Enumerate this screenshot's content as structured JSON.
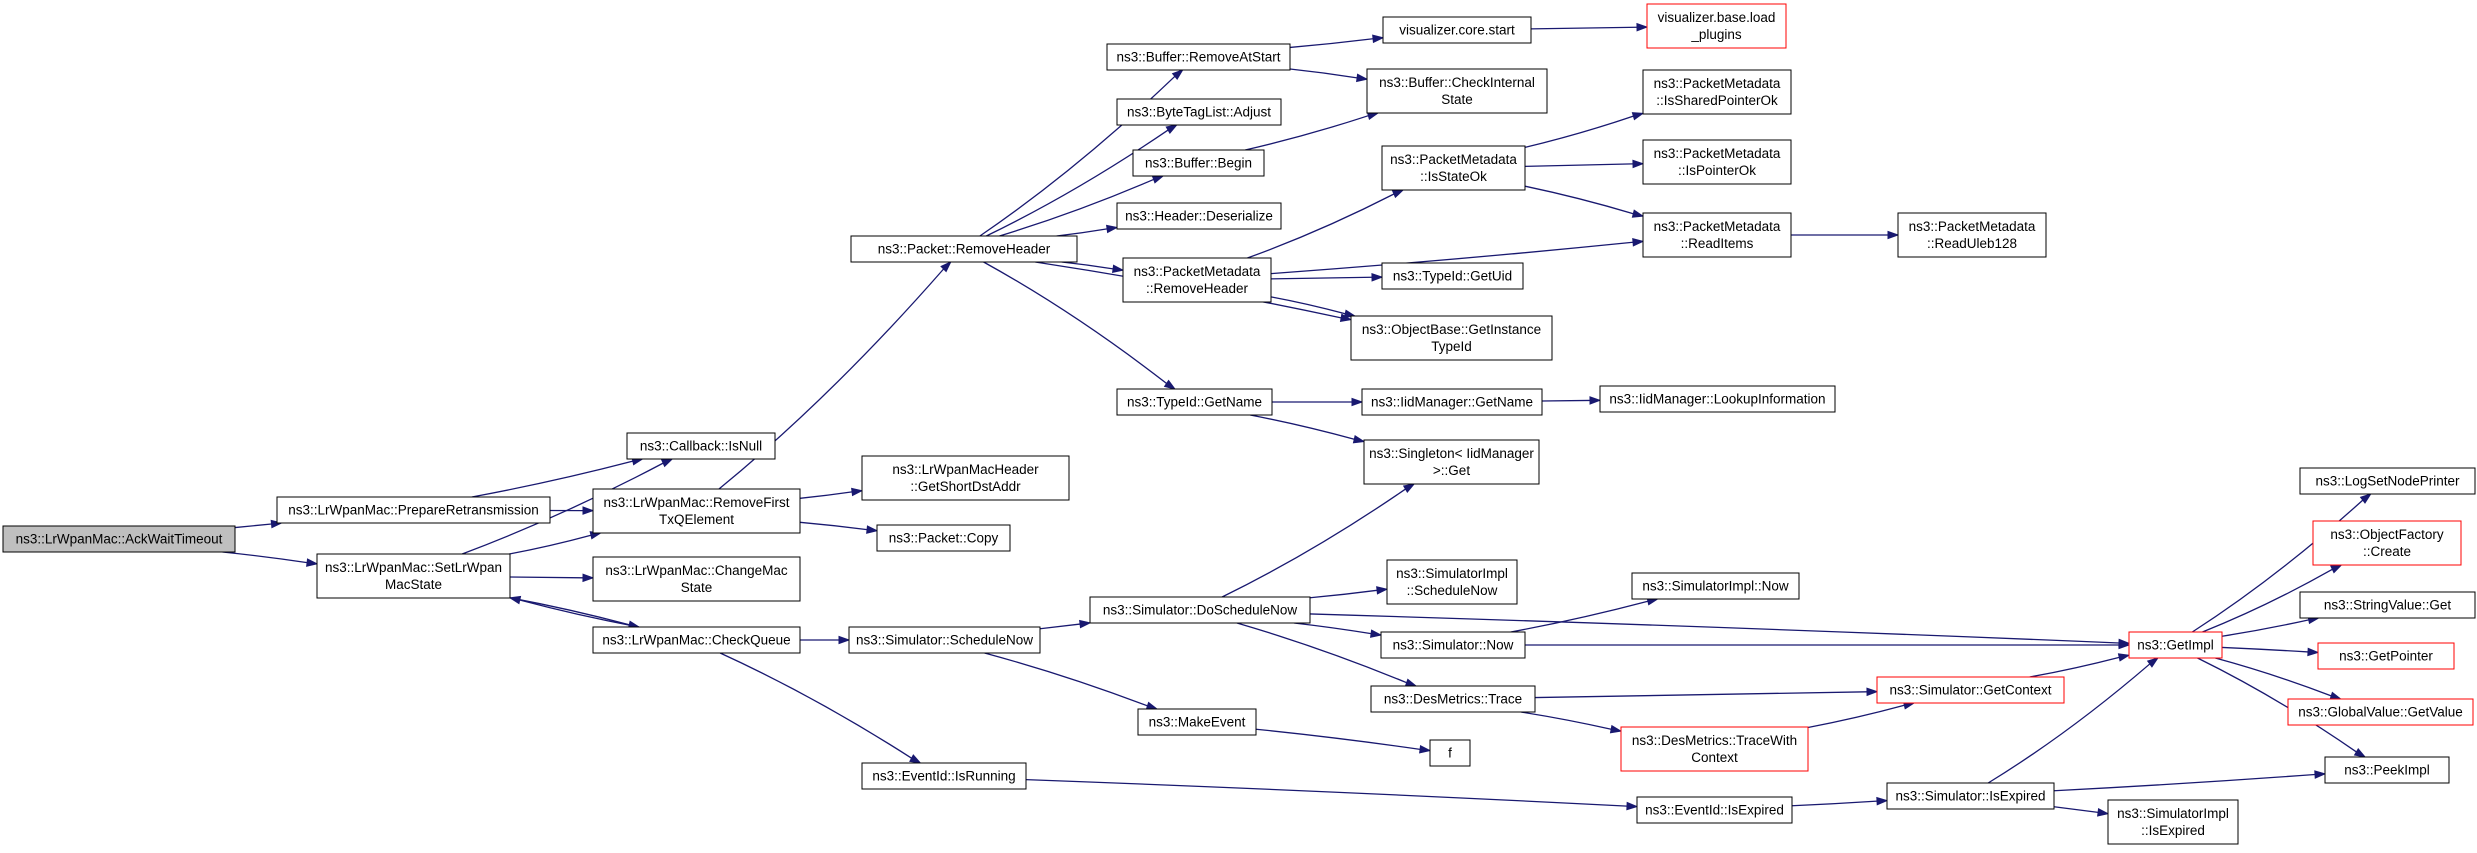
{
  "graph": {
    "title": "",
    "colors": {
      "edge": "#191970",
      "node_border": "#000000",
      "truncated_border": "#ff0000",
      "root_fill": "#bfbfbf"
    },
    "nodes": {
      "ack": {
        "lines": [
          "ns3::LrWpanMac::AckWaitTimeout"
        ],
        "kind": "root"
      },
      "prep": {
        "lines": [
          "ns3::LrWpanMac::PrepareRetransmission"
        ]
      },
      "setst": {
        "lines": [
          "ns3::LrWpanMac::SetLrWpan",
          "MacState"
        ]
      },
      "isnull": {
        "lines": [
          "ns3::Callback::IsNull"
        ]
      },
      "rmfirst": {
        "lines": [
          "ns3::LrWpanMac::RemoveFirst",
          "TxQElement"
        ]
      },
      "chgst": {
        "lines": [
          "ns3::LrWpanMac::ChangeMac",
          "State"
        ]
      },
      "chkq": {
        "lines": [
          "ns3::LrWpanMac::CheckQueue"
        ]
      },
      "getshort": {
        "lines": [
          "ns3::LrWpanMacHeader",
          "::GetShortDstAddr"
        ]
      },
      "pcopy": {
        "lines": [
          "ns3::Packet::Copy"
        ]
      },
      "rmhdr": {
        "lines": [
          "ns3::Packet::RemoveHeader"
        ]
      },
      "schednow": {
        "lines": [
          "ns3::Simulator::ScheduleNow"
        ]
      },
      "evrun": {
        "lines": [
          "ns3::EventId::IsRunning"
        ]
      },
      "bufrm": {
        "lines": [
          "ns3::Buffer::RemoveAtStart"
        ]
      },
      "btag": {
        "lines": [
          "ns3::ByteTagList::Adjust"
        ]
      },
      "bufbeg": {
        "lines": [
          "ns3::Buffer::Begin"
        ]
      },
      "hdrdes": {
        "lines": [
          "ns3::Header::Deserialize"
        ]
      },
      "pmrmh": {
        "lines": [
          "ns3::PacketMetadata",
          "::RemoveHeader"
        ]
      },
      "tidname": {
        "lines": [
          "ns3::TypeId::GetName"
        ]
      },
      "dosched": {
        "lines": [
          "ns3::Simulator::DoScheduleNow"
        ]
      },
      "mkev": {
        "lines": [
          "ns3::MakeEvent"
        ]
      },
      "vstart": {
        "lines": [
          "visualizer.core.start"
        ]
      },
      "bufchk": {
        "lines": [
          "ns3::Buffer::CheckInternal",
          "State"
        ]
      },
      "pmisok": {
        "lines": [
          "ns3::PacketMetadata",
          "::IsStateOk"
        ]
      },
      "tiduid": {
        "lines": [
          "ns3::TypeId::GetUid"
        ]
      },
      "objbase": {
        "lines": [
          "ns3::ObjectBase::GetInstance",
          "TypeId"
        ]
      },
      "iidname": {
        "lines": [
          "ns3::IidManager::GetName"
        ]
      },
      "singleton": {
        "lines": [
          "ns3::Singleton< IidManager",
          ">::Get"
        ]
      },
      "simplsched": {
        "lines": [
          "ns3::SimulatorImpl",
          "::ScheduleNow"
        ]
      },
      "simnow": {
        "lines": [
          "ns3::Simulator::Now"
        ]
      },
      "dtrace": {
        "lines": [
          "ns3::DesMetrics::Trace"
        ]
      },
      "dtracectx": {
        "lines": [
          "ns3::DesMetrics::TraceWith",
          "Context"
        ],
        "kind": "truncated"
      },
      "fnode": {
        "lines": [
          "f"
        ]
      },
      "evexp": {
        "lines": [
          "ns3::EventId::IsExpired"
        ]
      },
      "vload": {
        "lines": [
          "visualizer.base.load",
          "_plugins"
        ],
        "kind": "truncated"
      },
      "pmshared": {
        "lines": [
          "ns3::PacketMetadata",
          "::IsSharedPointerOk"
        ]
      },
      "pmptr": {
        "lines": [
          "ns3::PacketMetadata",
          "::IsPointerOk"
        ]
      },
      "pmread": {
        "lines": [
          "ns3::PacketMetadata",
          "::ReadItems"
        ]
      },
      "iidlookup": {
        "lines": [
          "ns3::IidManager::LookupInformation"
        ]
      },
      "simplnow": {
        "lines": [
          "ns3::SimulatorImpl::Now"
        ]
      },
      "getctx": {
        "lines": [
          "ns3::Simulator::GetContext"
        ],
        "kind": "truncated"
      },
      "simexp": {
        "lines": [
          "ns3::Simulator::IsExpired"
        ]
      },
      "pmuleb": {
        "lines": [
          "ns3::PacketMetadata",
          "::ReadUleb128"
        ]
      },
      "simplexp": {
        "lines": [
          "ns3::SimulatorImpl",
          "::IsExpired"
        ]
      },
      "getimpl": {
        "lines": [
          "ns3::GetImpl"
        ],
        "kind": "truncated"
      },
      "logset": {
        "lines": [
          "ns3::LogSetNodePrinter"
        ]
      },
      "objfact": {
        "lines": [
          "ns3::ObjectFactory",
          "::Create"
        ],
        "kind": "truncated"
      },
      "strval": {
        "lines": [
          "ns3::StringValue::Get"
        ]
      },
      "getptr": {
        "lines": [
          "ns3::GetPointer"
        ],
        "kind": "truncated"
      },
      "globval": {
        "lines": [
          "ns3::GlobalValue::GetValue"
        ],
        "kind": "truncated"
      },
      "peek": {
        "lines": [
          "ns3::PeekImpl"
        ]
      }
    },
    "edges": [
      [
        "ack",
        "prep"
      ],
      [
        "ack",
        "setst"
      ],
      [
        "prep",
        "isnull"
      ],
      [
        "prep",
        "rmfirst"
      ],
      [
        "setst",
        "isnull"
      ],
      [
        "setst",
        "rmfirst"
      ],
      [
        "setst",
        "chgst"
      ],
      [
        "setst",
        "chkq"
      ],
      [
        "chkq",
        "setst"
      ],
      [
        "chkq",
        "schednow"
      ],
      [
        "chkq",
        "evrun"
      ],
      [
        "rmfirst",
        "getshort"
      ],
      [
        "rmfirst",
        "pcopy"
      ],
      [
        "rmfirst",
        "rmhdr"
      ],
      [
        "rmhdr",
        "bufrm"
      ],
      [
        "rmhdr",
        "btag"
      ],
      [
        "rmhdr",
        "bufbeg"
      ],
      [
        "rmhdr",
        "hdrdes"
      ],
      [
        "rmhdr",
        "pmrmh"
      ],
      [
        "rmhdr",
        "objbase"
      ],
      [
        "rmhdr",
        "tidname"
      ],
      [
        "bufrm",
        "vstart"
      ],
      [
        "bufrm",
        "bufchk"
      ],
      [
        "vstart",
        "vload"
      ],
      [
        "bufbeg",
        "bufchk"
      ],
      [
        "pmrmh",
        "pmisok"
      ],
      [
        "pmrmh",
        "pmread"
      ],
      [
        "pmrmh",
        "tiduid"
      ],
      [
        "pmrmh",
        "objbase"
      ],
      [
        "pmisok",
        "pmshared"
      ],
      [
        "pmisok",
        "pmptr"
      ],
      [
        "pmisok",
        "pmread"
      ],
      [
        "pmread",
        "pmuleb"
      ],
      [
        "tidname",
        "iidname"
      ],
      [
        "tidname",
        "singleton"
      ],
      [
        "iidname",
        "iidlookup"
      ],
      [
        "schednow",
        "dosched"
      ],
      [
        "schednow",
        "mkev"
      ],
      [
        "mkev",
        "fnode"
      ],
      [
        "dosched",
        "singleton"
      ],
      [
        "dosched",
        "simplsched"
      ],
      [
        "dosched",
        "simnow"
      ],
      [
        "dosched",
        "dtrace"
      ],
      [
        "dosched",
        "getimpl"
      ],
      [
        "simnow",
        "simplnow"
      ],
      [
        "simnow",
        "getimpl"
      ],
      [
        "dtrace",
        "getctx"
      ],
      [
        "dtrace",
        "dtracectx"
      ],
      [
        "dtracectx",
        "getctx"
      ],
      [
        "getctx",
        "getimpl"
      ],
      [
        "evrun",
        "evexp"
      ],
      [
        "evexp",
        "simexp"
      ],
      [
        "simexp",
        "getimpl"
      ],
      [
        "simexp",
        "peek"
      ],
      [
        "simexp",
        "simplexp"
      ],
      [
        "getimpl",
        "logset"
      ],
      [
        "getimpl",
        "objfact"
      ],
      [
        "getimpl",
        "strval"
      ],
      [
        "getimpl",
        "getptr"
      ],
      [
        "getimpl",
        "globval"
      ],
      [
        "getimpl",
        "peek"
      ]
    ]
  }
}
